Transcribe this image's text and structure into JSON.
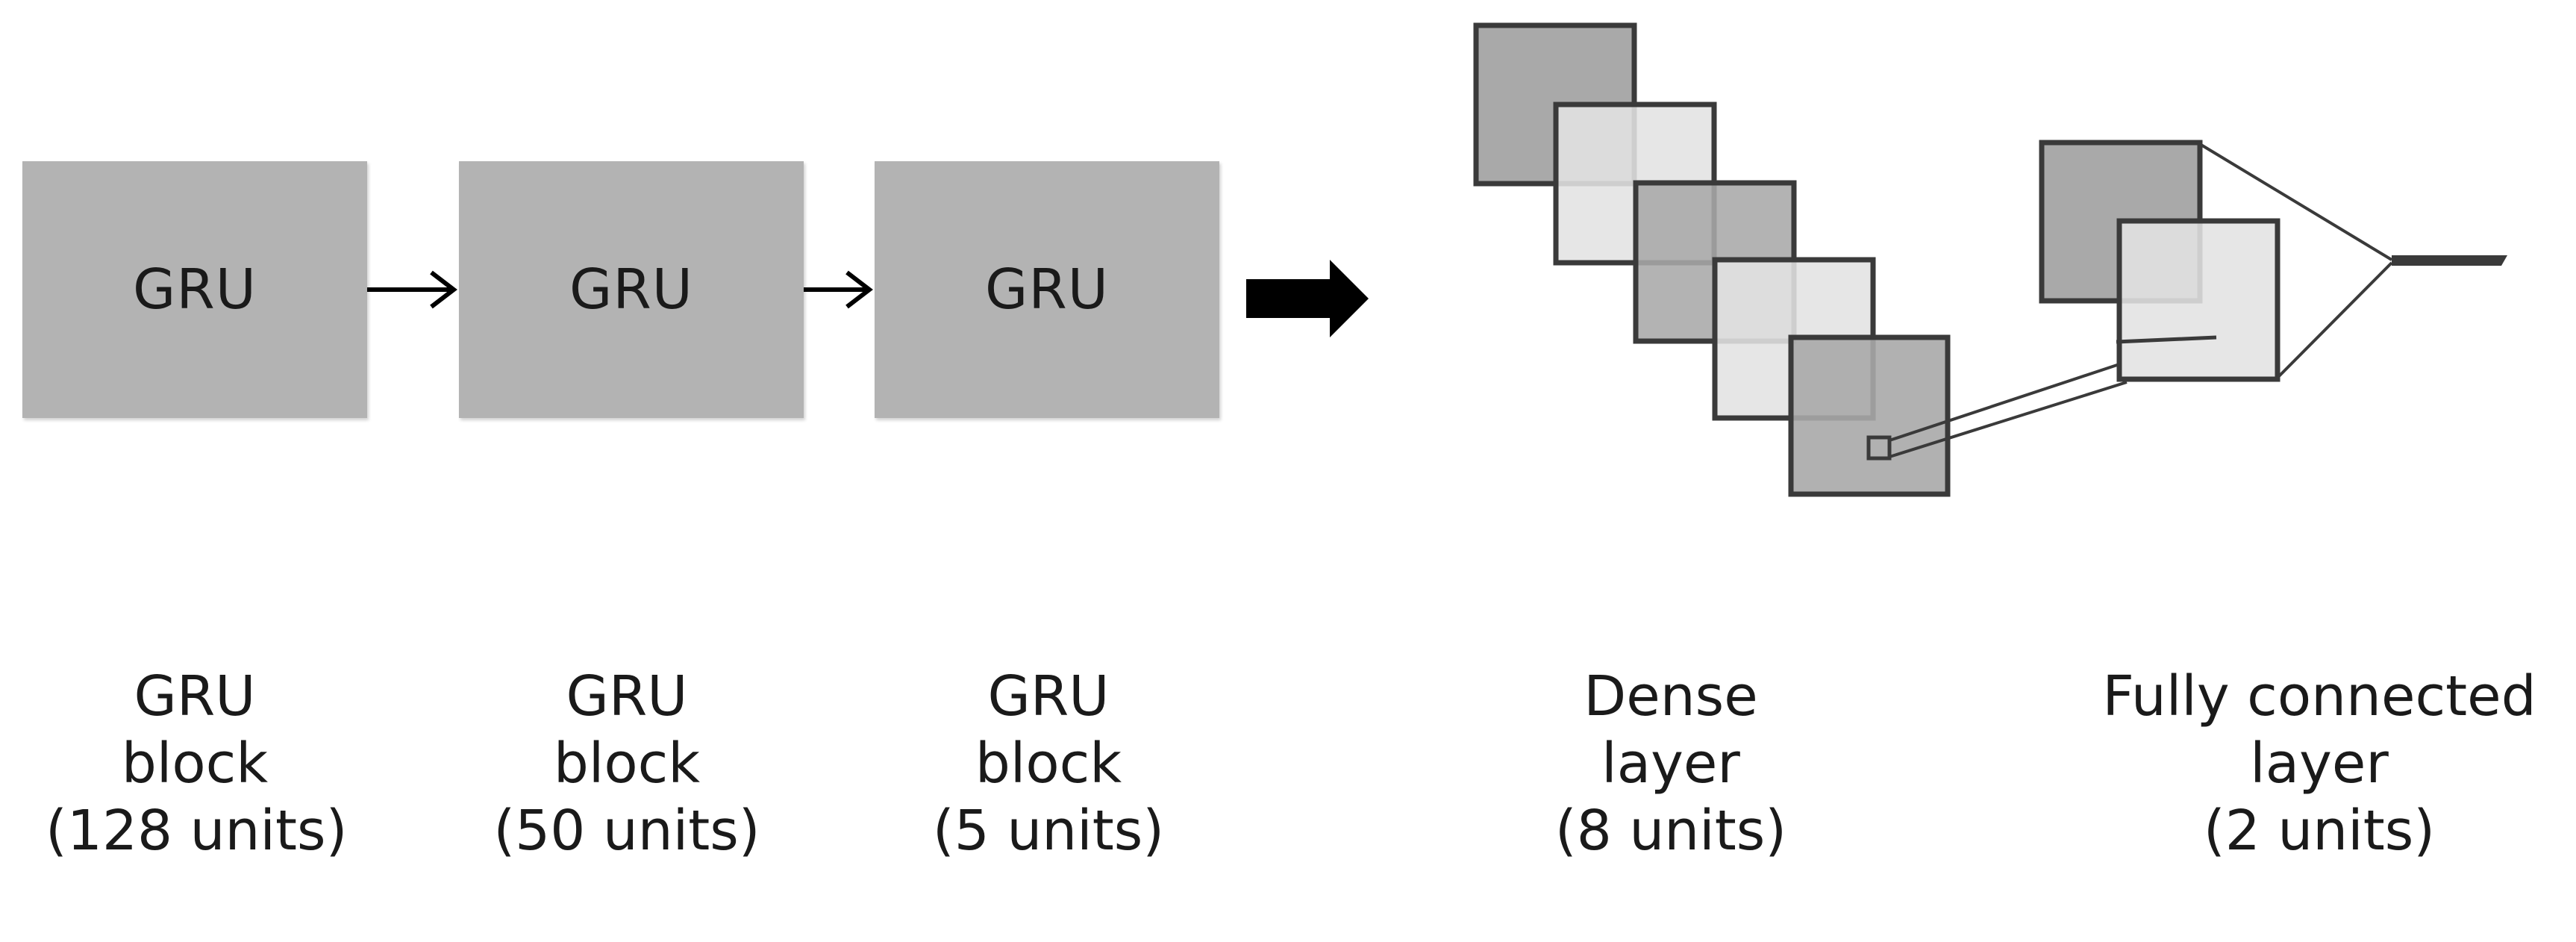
{
  "blocks": [
    {
      "box_label": "GRU",
      "caption": [
        "GRU",
        "block",
        "(128 units)"
      ]
    },
    {
      "box_label": "GRU",
      "caption": [
        "GRU",
        "block",
        "(50 units)"
      ]
    },
    {
      "box_label": "GRU",
      "caption": [
        "GRU",
        "block",
        "(5 units)"
      ]
    }
  ],
  "dense_layer": {
    "caption": [
      "Dense",
      "layer",
      "(8 units)"
    ]
  },
  "fully_connected_layer": {
    "caption": [
      "Fully connected",
      "layer",
      "(2 units)"
    ]
  },
  "colors": {
    "gru_box_fill": "#b3b3b3",
    "dark_square_fill": "#a9a9a9",
    "light_square_fill": "#e2e2e2",
    "stroke": "#3a3a3a"
  },
  "icons": [
    "arrow-right-icon",
    "arrow-right-icon",
    "thick-arrow-right-icon"
  ]
}
